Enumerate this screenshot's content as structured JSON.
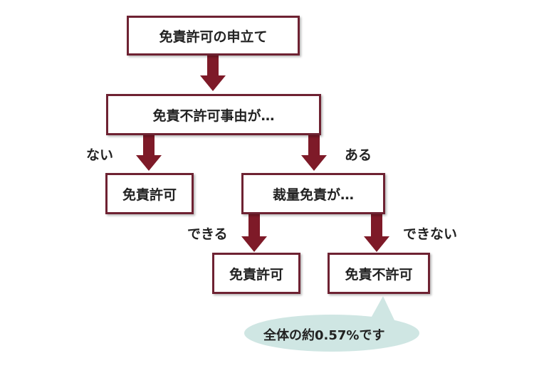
{
  "nodes": {
    "application": "免責許可の申立て",
    "non_discharge_reason": "免責不許可事由が…",
    "discharge_allowed_1": "免責許可",
    "discretionary": "裁量免責が…",
    "discharge_allowed_2": "免責許可",
    "discharge_denied": "免責不許可"
  },
  "branch_labels": {
    "none": "ない",
    "exists": "ある",
    "possible": "できる",
    "not_possible": "できない"
  },
  "callout": "全体の約0.57%です",
  "colors": {
    "border": "#6e2232",
    "arrow": "#7e1a28",
    "bubble": "#cfe6e3"
  }
}
